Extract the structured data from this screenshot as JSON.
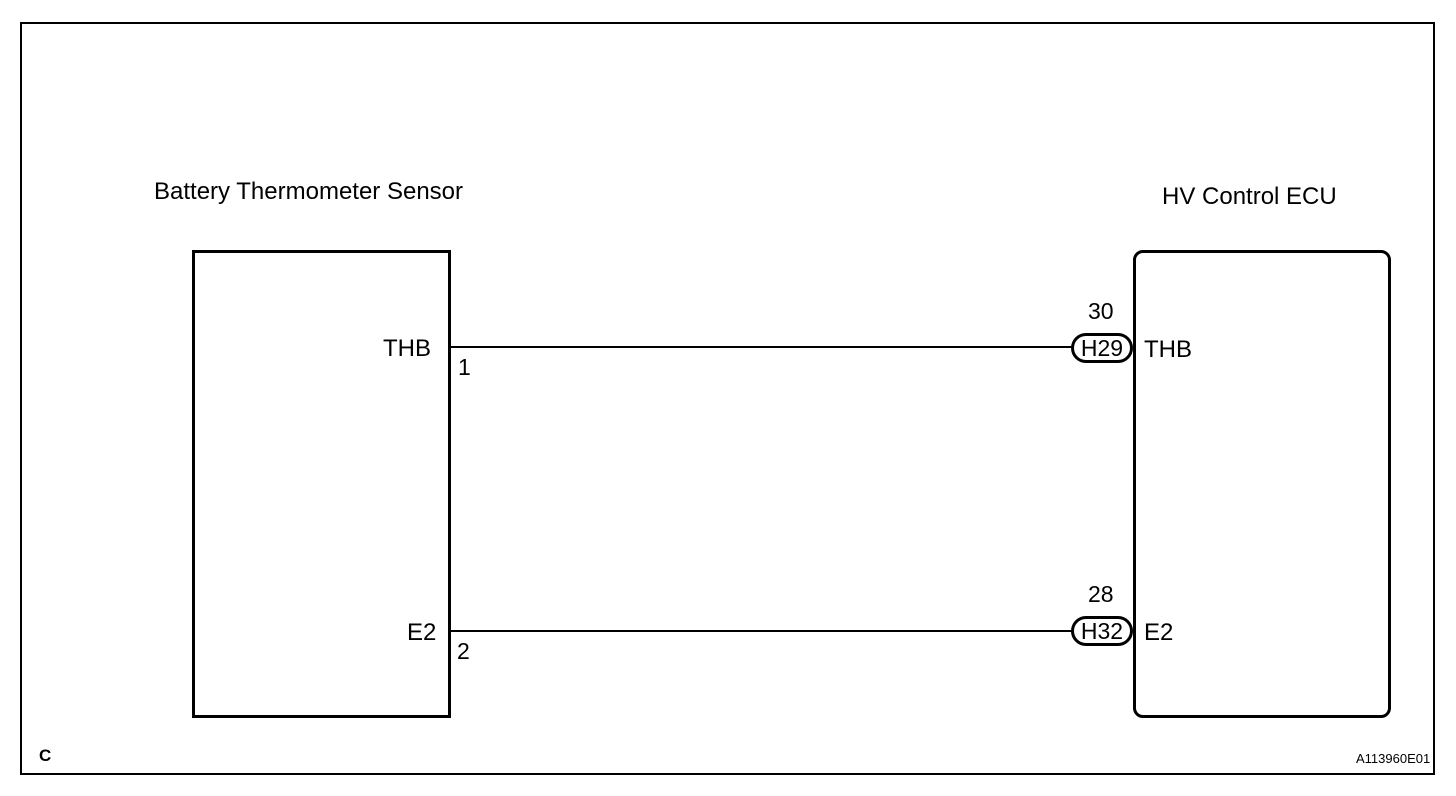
{
  "diagram": {
    "sensor_title": "Battery Thermometer Sensor",
    "ecu_title": "HV Control ECU",
    "corner_letter": "C",
    "figure_id": "A113960E01",
    "wires": [
      {
        "sensor_terminal": "THB",
        "sensor_pin": "1",
        "ecu_pin": "30",
        "connector": "H29",
        "ecu_terminal": "THB"
      },
      {
        "sensor_terminal": "E2",
        "sensor_pin": "2",
        "ecu_pin": "28",
        "connector": "H32",
        "ecu_terminal": "E2"
      }
    ]
  }
}
